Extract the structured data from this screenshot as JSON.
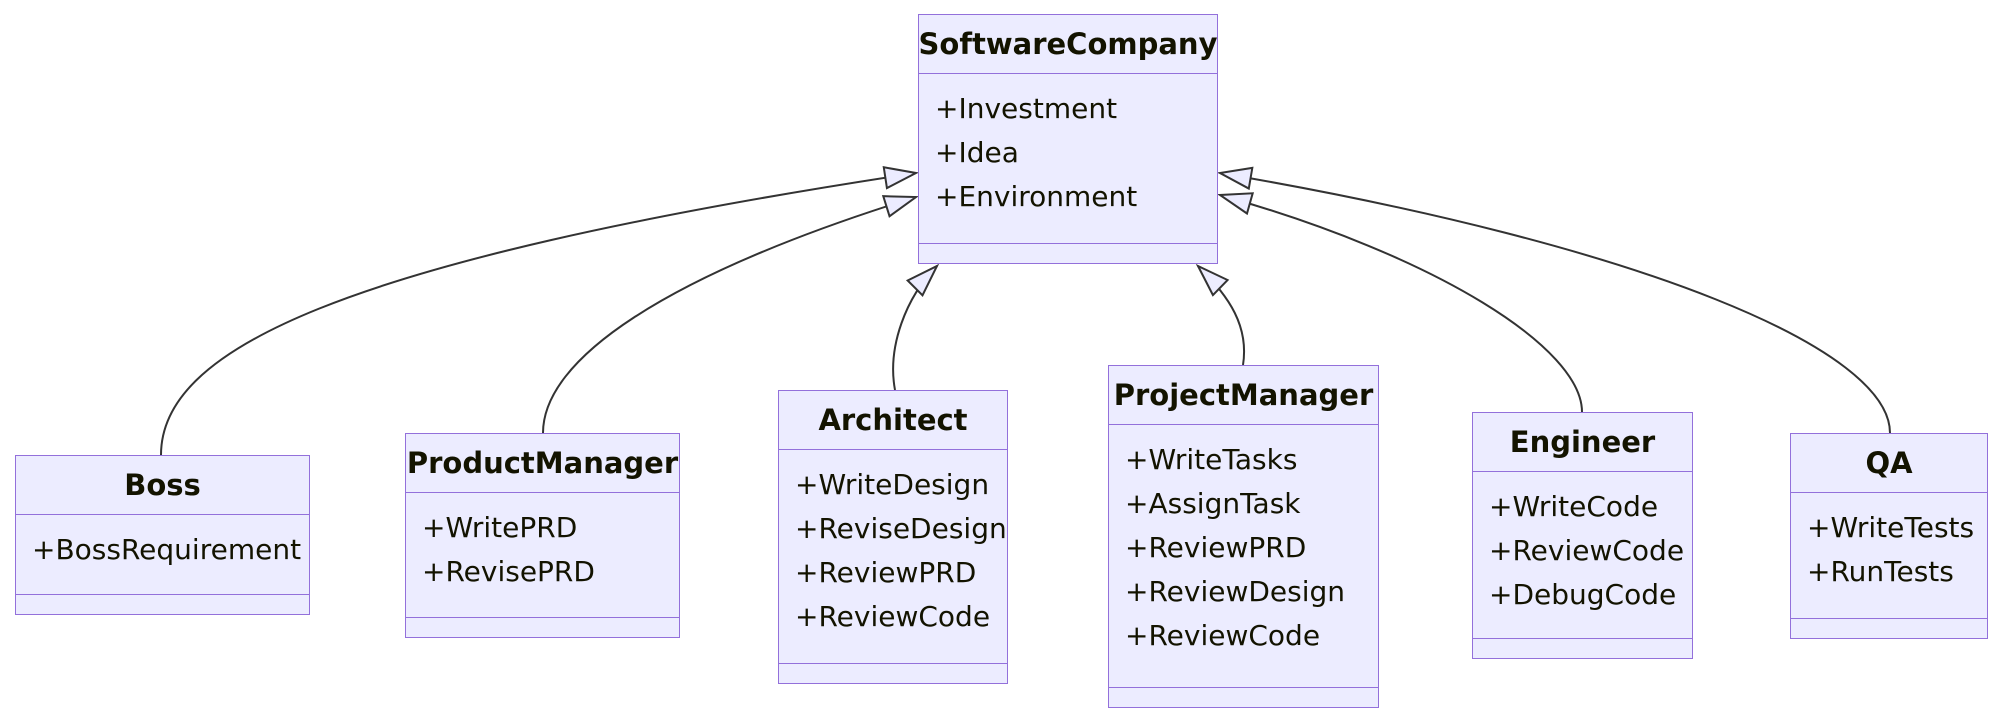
{
  "diagram": {
    "type": "uml-class-diagram",
    "colors": {
      "class_fill": "#ECECFF",
      "class_border": "#9370DB",
      "edge_line": "#333333",
      "text": "#131300",
      "background": "#ffffff"
    },
    "classes": [
      {
        "name": "SoftwareCompany",
        "attributes": [
          "+Investment",
          "+Idea",
          "+Environment"
        ]
      },
      {
        "name": "Boss",
        "attributes": [
          "+BossRequirement"
        ]
      },
      {
        "name": "ProductManager",
        "attributes": [
          "+WritePRD",
          "+RevisePRD"
        ]
      },
      {
        "name": "Architect",
        "attributes": [
          "+WriteDesign",
          "+ReviseDesign",
          "+ReviewPRD",
          "+ReviewCode"
        ]
      },
      {
        "name": "ProjectManager",
        "attributes": [
          "+WriteTasks",
          "+AssignTask",
          "+ReviewPRD",
          "+ReviewDesign",
          "+ReviewCode"
        ]
      },
      {
        "name": "Engineer",
        "attributes": [
          "+WriteCode",
          "+ReviewCode",
          "+DebugCode"
        ]
      },
      {
        "name": "QA",
        "attributes": [
          "+WriteTests",
          "+RunTests"
        ]
      }
    ],
    "relations": [
      {
        "from": "Boss",
        "to": "SoftwareCompany",
        "type": "inheritance"
      },
      {
        "from": "ProductManager",
        "to": "SoftwareCompany",
        "type": "inheritance"
      },
      {
        "from": "Architect",
        "to": "SoftwareCompany",
        "type": "inheritance"
      },
      {
        "from": "ProjectManager",
        "to": "SoftwareCompany",
        "type": "inheritance"
      },
      {
        "from": "Engineer",
        "to": "SoftwareCompany",
        "type": "inheritance"
      },
      {
        "from": "QA",
        "to": "SoftwareCompany",
        "type": "inheritance"
      }
    ]
  }
}
